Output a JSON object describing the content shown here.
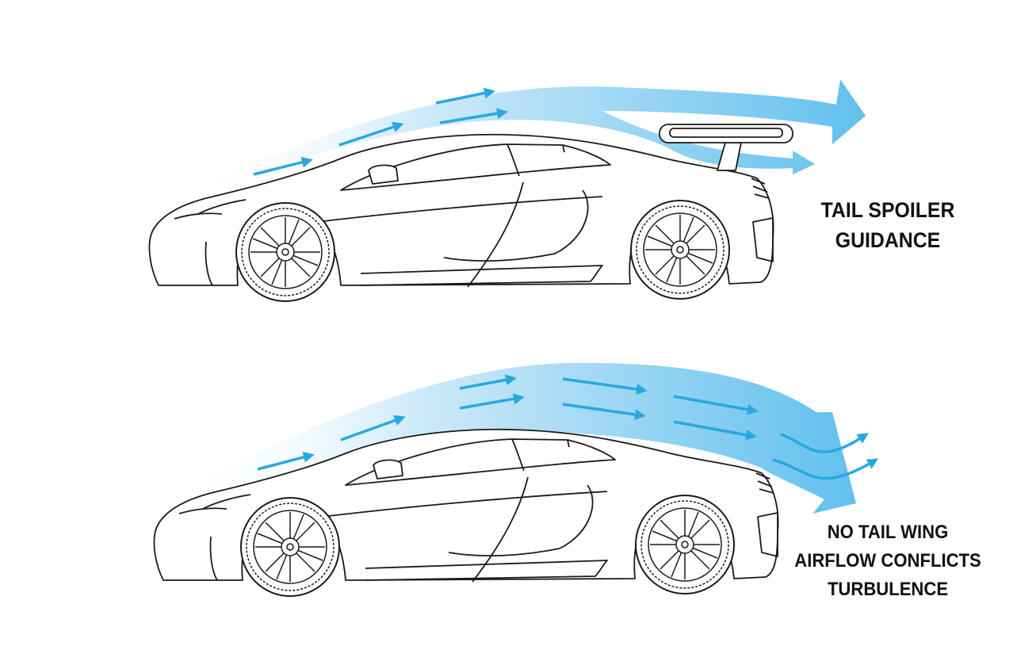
{
  "diagram": {
    "top": {
      "caption_line1": "TAIL SPOILER",
      "caption_line2": "GUIDANCE",
      "has_spoiler": true
    },
    "bottom": {
      "caption_line1": "NO TAIL WING",
      "caption_line2": "AIRFLOW CONFLICTS",
      "caption_line3": "TURBULENCE",
      "has_spoiler": false
    },
    "colors": {
      "flow_light": "#dff1fb",
      "flow_dark": "#6cc4ee",
      "arrow": "#29a8e0",
      "line": "#1a1a1a"
    }
  }
}
